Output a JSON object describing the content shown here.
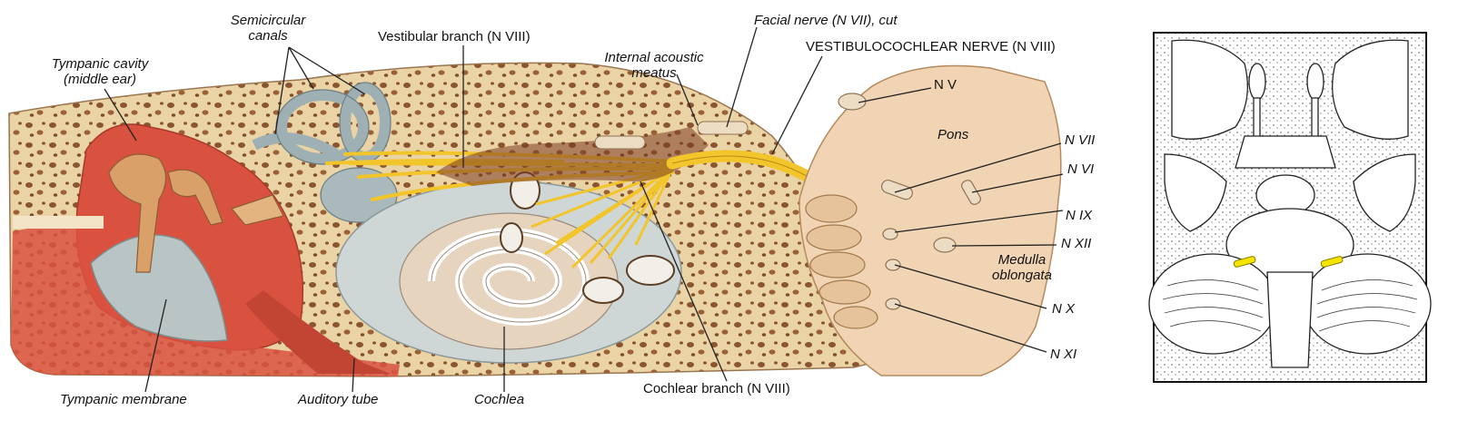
{
  "labels": {
    "semicircular_canals": [
      "Semicircular",
      "canals"
    ],
    "vestibular_branch": "Vestibular branch (N VIII)",
    "facial_nerve": "Facial nerve (N VII), cut",
    "tympanic_cavity": [
      "Tympanic cavity",
      "(middle ear)"
    ],
    "internal_acoustic_meatus": [
      "Internal acoustic",
      "meatus"
    ],
    "vestibulocochlear_nerve": "VESTIBULOCOCHLEAR NERVE (N VIII)",
    "nv": "N V",
    "pons": "Pons",
    "nvii": "N VII",
    "nvi": "N VI",
    "nix": "N IX",
    "nxii": "N XII",
    "medulla_oblongata": [
      "Medulla",
      "oblongata"
    ],
    "nx": "N X",
    "nxi": "N XI",
    "tympanic_membrane": "Tympanic membrane",
    "auditory_tube": "Auditory tube",
    "cochlea": "Cochlea",
    "cochlear_branch": "Cochlear branch (N VIII)"
  },
  "colors": {
    "bone": "#ead3a5",
    "bone_pore": "#8a5530",
    "cavity_red": "#d9523f",
    "nerve_yellow": "#f2c52a",
    "membrane_grey": "#b9c4c4",
    "brainstem": "#f0d4b3",
    "inset_highlight": "#f5e400"
  }
}
